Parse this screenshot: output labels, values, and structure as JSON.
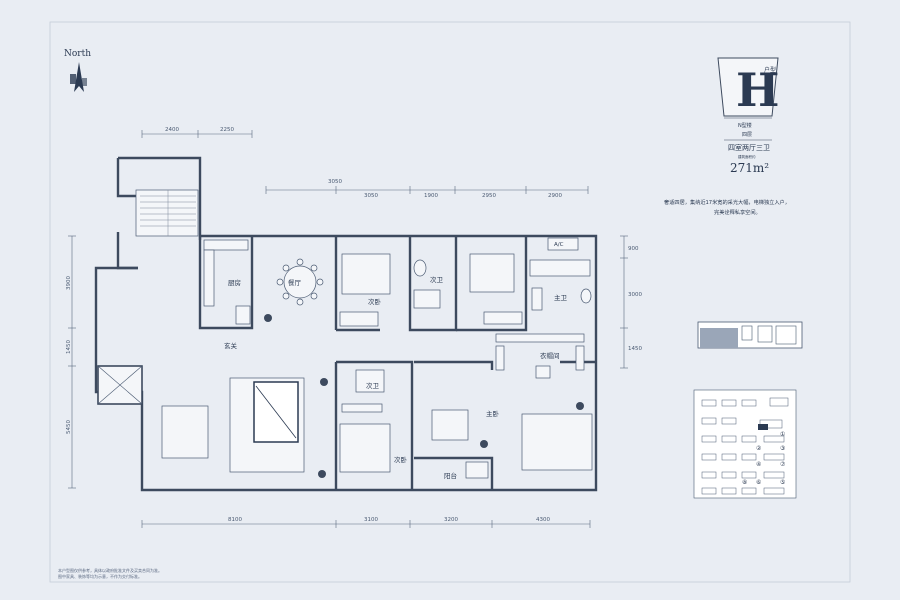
{
  "compass": {
    "label": "North"
  },
  "badge": {
    "letter": "H",
    "script_text": "户型",
    "type_line": "N型楼",
    "floor_line": "四层"
  },
  "summary": {
    "layout": "四室两厅三卫",
    "area_label": "建筑面积约",
    "area": "271m²"
  },
  "description": [
    "奢适四居，集纳近17米宽的采光大幅，电梯独立入户，",
    "完美诠释私享空间。"
  ],
  "top_dims_row1": [
    "2400",
    "2250"
  ],
  "top_dims_row2": [
    "3050",
    "3050",
    "1900",
    "2950",
    "2900"
  ],
  "left_dims": [
    "3900",
    "1450",
    "5450"
  ],
  "right_dims": [
    "900",
    "3000",
    "1450"
  ],
  "bottom_dims": [
    "8100",
    "3100",
    "3200",
    "4300"
  ],
  "rooms": {
    "kitchen": "厨房",
    "dining": "餐厅",
    "foyer": "玄关",
    "bedroom": "次卧",
    "bath2": "次卫",
    "master_bath": "主卫",
    "wardrobe": "衣帽间",
    "bath3": "次卫",
    "master_bed": "主卧",
    "balcony": "阳台",
    "bedroom2": "次卧",
    "ac": "A/C"
  },
  "keyplan_numbers": [
    "①",
    "②",
    "③",
    "④",
    "⑤",
    "⑥",
    "⑦",
    "⑧"
  ],
  "footer_note": [
    "本户型图仅供参考，具体以政府批准文件及买卖合同为准。",
    "图中家具、装饰等均为示意，不作为交付标准。"
  ]
}
